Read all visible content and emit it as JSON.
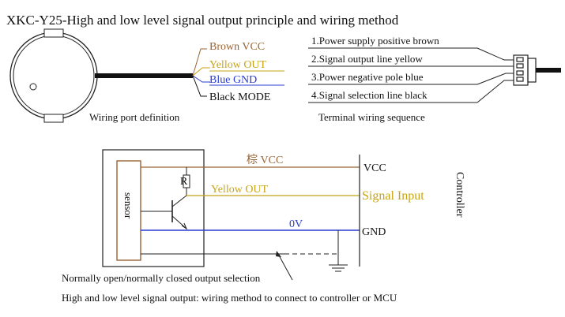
{
  "title": "XKC-Y25-High and low level  signal output principle and wiring method",
  "colors": {
    "brown": "#9a6434",
    "yellow": "#c8a414",
    "blue": "#2a3bd0",
    "black": "#111111"
  },
  "sensor_section": {
    "wire_labels": [
      "Brown VCC",
      "Yellow OUT",
      "Blue GND",
      "Black MODE"
    ],
    "caption": "Wiring port definition"
  },
  "terminal_section": {
    "lines": [
      "1.Power supply positive brown",
      "2.Signal output line yellow",
      "3.Power negative pole blue",
      "4.Signal selection line black"
    ],
    "caption": "Terminal wiring sequence"
  },
  "circuit": {
    "sensor_label": "sensor",
    "resistor_label": "R",
    "vcc_label": "棕 VCC",
    "yellow_label": "Yellow OUT",
    "ov_label": "0V",
    "controller_label": "Controller",
    "controller_pins": [
      "VCC",
      "Signal Input",
      "GND"
    ],
    "selection_note": "Normally open/normally closed output selection",
    "bottom_caption": "High and low level signal output: wiring method to connect to controller or MCU"
  }
}
